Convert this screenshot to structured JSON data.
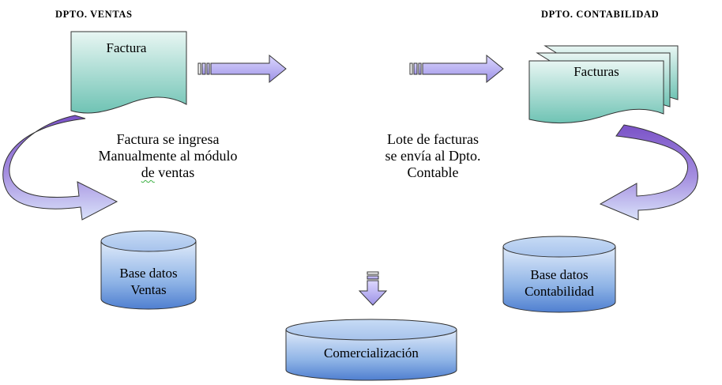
{
  "departments": {
    "sales_title": "DPTO. VENTAS",
    "accounting_title": "DPTO. CONTABILIDAD"
  },
  "documents": {
    "invoice_label": "Factura",
    "invoices_label": "Facturas"
  },
  "captions": {
    "sales_step": [
      "Factura se ingresa",
      "Manualmente al módulo",
      "de ventas"
    ],
    "accounting_step": [
      "Lote de facturas",
      "se envía al Dpto.",
      "Contable"
    ]
  },
  "databases": {
    "sales_db": [
      "Base datos",
      "Ventas"
    ],
    "accounting_db": [
      "Base datos",
      "Contabilidad"
    ],
    "commercial_db": "Comercialización"
  },
  "colors": {
    "document_fill": "#bfe6de",
    "arrow_fill": "#b8b0ee",
    "curved_arrow": "#8f6fd0",
    "cylinder": "#9bbfe6"
  }
}
